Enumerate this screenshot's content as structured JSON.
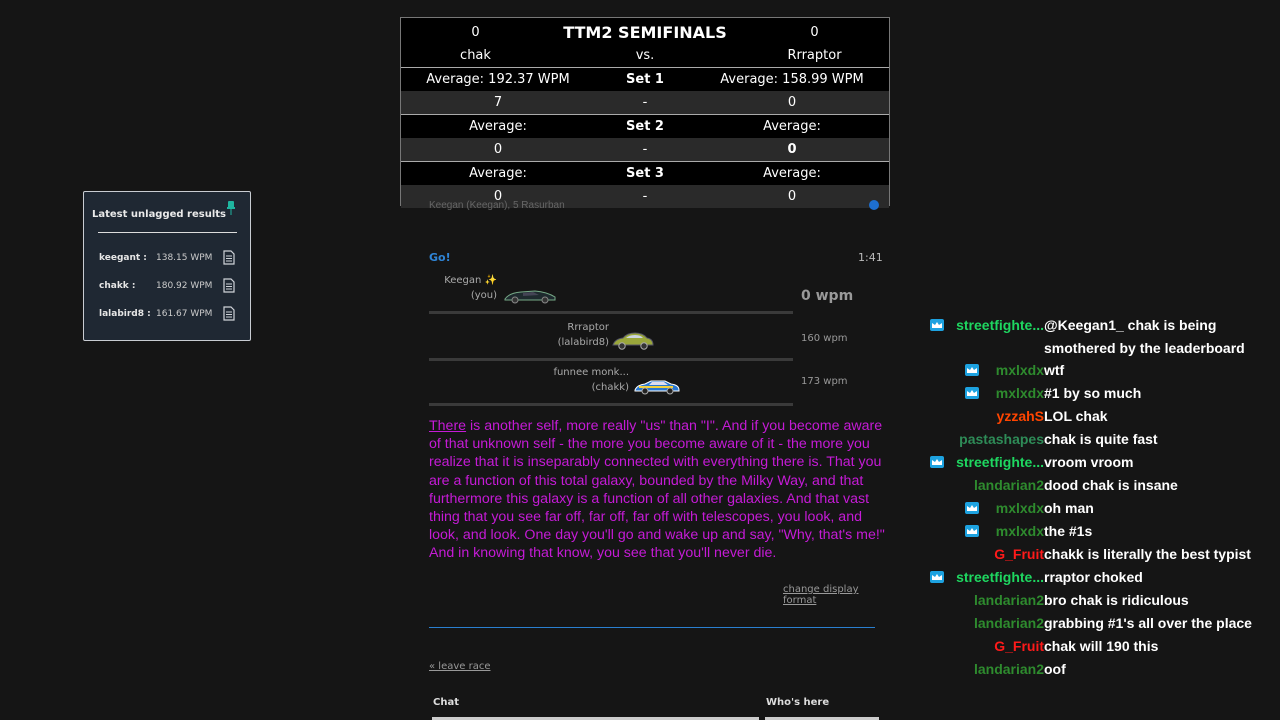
{
  "scoreboard": {
    "title": "TTM2 SEMIFINALS",
    "left_score": "0",
    "right_score": "0",
    "left_player": "chak",
    "vs": "vs.",
    "right_player": "Rrraptor",
    "sets": [
      {
        "left_avg": "Average: 192.37 WPM",
        "label": "Set 1",
        "right_avg": "Average: 158.99 WPM",
        "left_score": "7",
        "dash": "-",
        "right_score": "0"
      },
      {
        "left_avg": "Average:",
        "label": "Set 2",
        "right_avg": "Average:",
        "left_score": "0",
        "dash": "-",
        "right_score": "0"
      },
      {
        "left_avg": "Average:",
        "label": "Set 3",
        "right_avg": "Average:",
        "left_score": "0",
        "dash": "-",
        "right_score": "0"
      }
    ]
  },
  "latest": {
    "title": "Latest unlagged results",
    "rows": [
      {
        "name": "keegant :",
        "wpm": "138.15 WPM"
      },
      {
        "name": "chakk :",
        "wpm": "180.92 WPM"
      },
      {
        "name": "lalabird8 :",
        "wpm": "161.67 WPM"
      }
    ]
  },
  "race": {
    "faint_header": "Keegan  (Keegan), 5 Rasurban",
    "go": "Go!",
    "timer": "1:41",
    "racers": [
      {
        "name": "Keegan ✨",
        "handle": "(you)",
        "wpm": "0 wpm",
        "car_color": "#1e2a2e"
      },
      {
        "name": "Rrraptor",
        "handle": "(lalabird8)",
        "wpm": "160 wpm",
        "car_color": "#9aa73b"
      },
      {
        "name": "funnee monk...",
        "handle": "(chakk)",
        "wpm": "173 wpm",
        "car_color": "#2a78d0"
      }
    ],
    "passage_first": "There",
    "passage_rest": " is another self, more really \"us\" than \"I\". And if you become aware of that unknown self - the more you become aware of it - the more you realize that it is inseparably connected with everything there is. That you are a function of this total galaxy, bounded by the Milky Way, and that furthermore this galaxy is a function of all other galaxies. And that vast thing that you see far off, far off, far off with telescopes, you look, and look, and look. One day you'll go and wake up and say, \"Why, that's me!\" And in knowing that know, you see that you'll never die.",
    "change_format": "change display format",
    "leave_race": "« leave race",
    "chat_label": "Chat",
    "whos_here_label": "Who's here"
  },
  "twitch_chat": [
    {
      "name": "streetfighte...",
      "text": "@Keegan1_ chak is being smothered by the leaderboard",
      "color": "#1ed760",
      "badge": true
    },
    {
      "name": "mxlxdx",
      "text": "wtf",
      "color": "#2e8b2e",
      "badge": true
    },
    {
      "name": "mxlxdx",
      "text": "#1 by so much",
      "color": "#2e8b2e",
      "badge": true
    },
    {
      "name": "yzzahS",
      "text": "LOL chak",
      "color": "#ff4500",
      "badge": false
    },
    {
      "name": "pastashapes",
      "text": "chak is quite fast",
      "color": "#2e8b57",
      "badge": false
    },
    {
      "name": "streetfighte...",
      "text": "vroom vroom",
      "color": "#1ed760",
      "badge": true
    },
    {
      "name": "landarian2",
      "text": "dood chak is insane",
      "color": "#2e8b2e",
      "badge": false
    },
    {
      "name": "mxlxdx",
      "text": "oh man",
      "color": "#2e8b2e",
      "badge": true
    },
    {
      "name": "mxlxdx",
      "text": "the #1s",
      "color": "#2e8b2e",
      "badge": true
    },
    {
      "name": "G_Fruit",
      "text": "chakk is literally the best typist",
      "color": "#ff1a1a",
      "badge": false
    },
    {
      "name": "streetfighte...",
      "text": "rraptor choked",
      "color": "#1ed760",
      "badge": true
    },
    {
      "name": "landarian2",
      "text": "bro chak is ridiculous",
      "color": "#2e8b2e",
      "badge": false
    },
    {
      "name": "landarian2",
      "text": "grabbing #1's all over the place",
      "color": "#2e8b2e",
      "badge": false
    },
    {
      "name": "G_Fruit",
      "text": "chak will 190 this",
      "color": "#ff1a1a",
      "badge": false
    },
    {
      "name": "landarian2",
      "text": "oof",
      "color": "#2e8b2e",
      "badge": false
    }
  ]
}
